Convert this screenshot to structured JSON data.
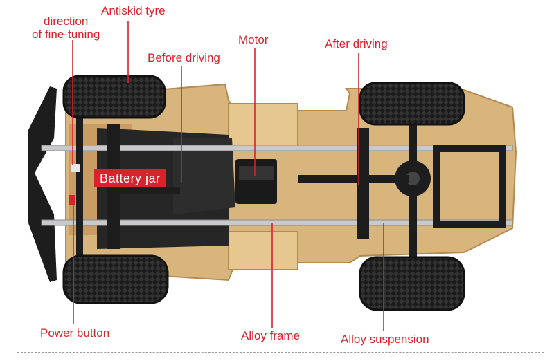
{
  "labels": {
    "direction": [
      "direction",
      "of fine-tuning"
    ],
    "antiskid_tyre": "Antiskid tyre",
    "before_driving": "Before driving",
    "motor": "Motor",
    "after_driving": "After driving",
    "battery_jar": "Battery jar",
    "power_button": "Power button",
    "alloy_frame": "Alloy frame",
    "alloy_suspension": "Alloy suspension"
  },
  "colors": {
    "label_red": "#d8232a",
    "body_tan": "#d9b57e",
    "body_tan_dark": "#b48a52",
    "tyre_black": "#1d1d1d",
    "frame_silver": "#c9c9cc",
    "chassis_black": "#202020"
  },
  "icons": [
    "truck-chassis-photo"
  ]
}
